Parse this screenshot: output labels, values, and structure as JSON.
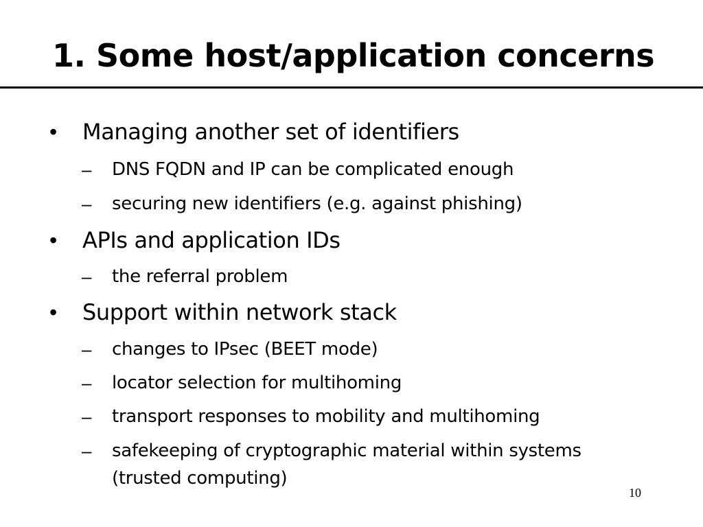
{
  "slide": {
    "title": "1.  Some host/application concerns",
    "bullet_marker": "•",
    "sub_marker": "–",
    "items": [
      {
        "text": "Managing another set of identifiers",
        "subitems": [
          "DNS FQDN and IP can be complicated enough",
          "securing new identifiers (e.g. against phishing)"
        ]
      },
      {
        "text": "APIs and application IDs",
        "subitems": [
          "the referral problem"
        ]
      },
      {
        "text": "Support within network stack",
        "subitems": [
          "changes to IPsec (BEET mode)",
          "locator selection for multihoming",
          "transport responses to mobility and multihoming",
          "safekeeping of cryptographic material within systems (trusted computing)"
        ]
      }
    ],
    "page_number": "10"
  }
}
